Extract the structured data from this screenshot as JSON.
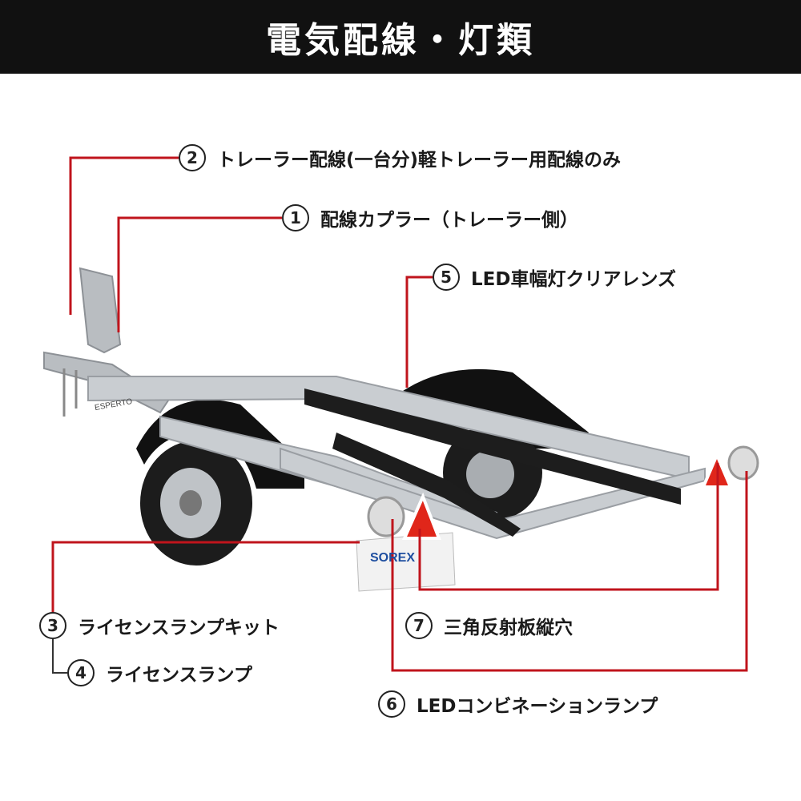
{
  "header": {
    "title": "電気配線・灯類"
  },
  "colors": {
    "header_bg": "#111111",
    "leader_line": "#c0141c",
    "reflector": "#e0261a"
  },
  "callouts": [
    {
      "num": "1",
      "text": "配線カプラー（トレーラー側）"
    },
    {
      "num": "2",
      "text": "トレーラー配線(一台分)軽トレーラー用配線のみ"
    },
    {
      "num": "3",
      "text": "ライセンスランプキット"
    },
    {
      "num": "4",
      "text": "ライセンスランプ"
    },
    {
      "num": "5",
      "text": "LED車幅灯クリアレンズ"
    },
    {
      "num": "6",
      "text": "LEDコンビネーションランプ"
    },
    {
      "num": "7",
      "text": "三角反射板縦穴"
    }
  ],
  "photo": {
    "plate_logo": "SOREX",
    "frame_text": "ESPERTO"
  }
}
